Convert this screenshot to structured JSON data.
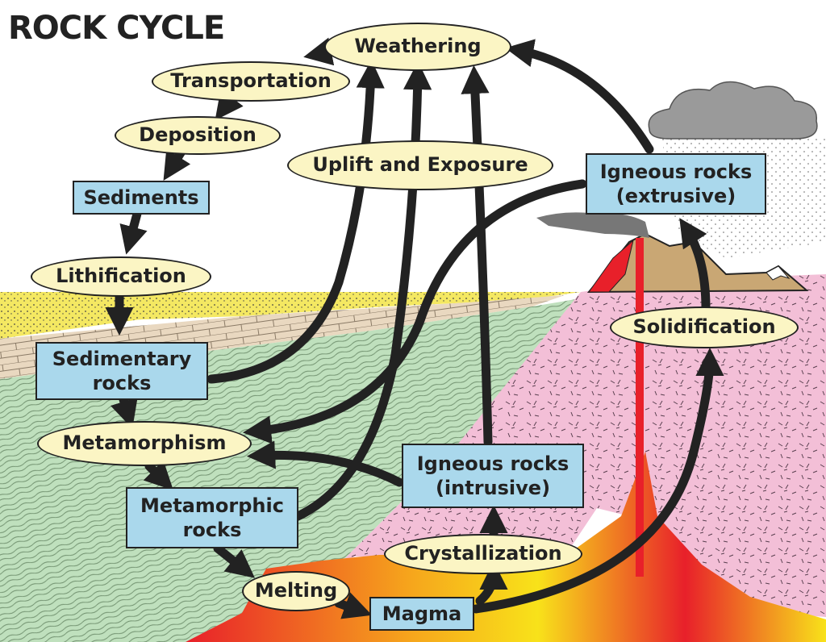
{
  "title": "ROCK CYCLE",
  "colors": {
    "process_fill": "#fbf5c4",
    "rock_fill": "#aad8ec",
    "sand": "#f4e862",
    "sandstone": "#e9d8c0",
    "metamorphic": "#bfe0bd",
    "igneous": "#f3bfd7",
    "magma_hot": "#e8202a",
    "magma_warm": "#f8e21a",
    "mountain": "#c9a774",
    "cloud": "#9a9a9a",
    "arrow": "#222222"
  },
  "processes": {
    "weathering": "Weathering",
    "transportation": "Transportation",
    "deposition": "Deposition",
    "uplift": "Uplift and Exposure",
    "lithification": "Lithification",
    "metamorphism": "Metamorphism",
    "solidification": "Solidification",
    "crystallization": "Crystallization",
    "melting": "Melting"
  },
  "rocks": {
    "sediments": "Sediments",
    "sedimentary": [
      "Sedimentary",
      "rocks"
    ],
    "metamorphic": [
      "Metamorphic",
      "rocks"
    ],
    "igneous_extrusive": [
      "Igneous rocks",
      "(extrusive)"
    ],
    "igneous_intrusive": [
      "Igneous rocks",
      "(intrusive)"
    ],
    "magma": "Magma"
  }
}
